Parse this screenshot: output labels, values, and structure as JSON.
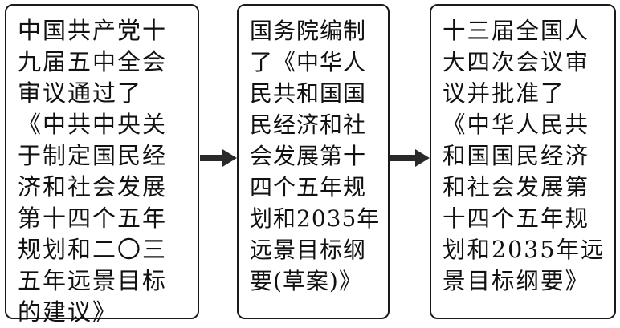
{
  "flow": {
    "steps": [
      {
        "text": "中国共产党十九届五中全会审议通过了《中共中央关于制定国民经济和社会发展第十四个五年规划和二〇三五年远景目标的建议》"
      },
      {
        "text": "国务院编制了《中华人民共和国国民经济和社会发展第十四个五年规划和2035年远景目标纲要(草案)》"
      },
      {
        "text": "十三届全国人大四次会议审议并批准了《中华人民共和国国民经济和社会发展第十四个五年规划和2035年远景目标纲要》"
      }
    ],
    "colors": {
      "border": "#1a1a1a",
      "arrow": "#2a2a2a",
      "text": "#111111"
    }
  }
}
